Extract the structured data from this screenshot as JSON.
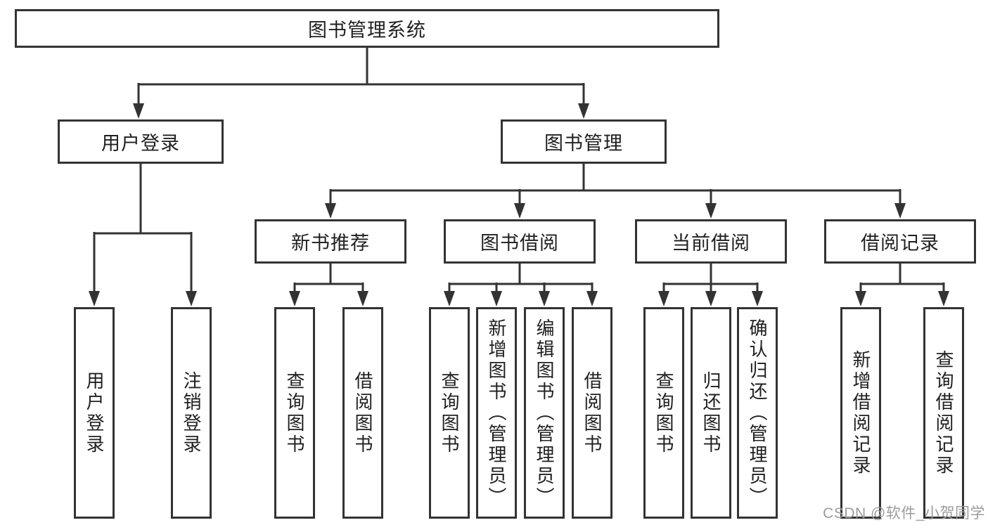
{
  "diagram": {
    "stroke_color": "#333333",
    "text_color": "#1f1f1f",
    "background": "#ffffff",
    "root": {
      "label": "图书管理系统"
    },
    "branches": [
      {
        "label": "用户登录",
        "children": [
          {
            "label": "用户登录"
          },
          {
            "label": "注销登录"
          }
        ]
      },
      {
        "label": "图书管理",
        "children": [
          {
            "label": "新书推荐",
            "children": [
              {
                "label": "查询图书"
              },
              {
                "label": "借阅图书"
              }
            ]
          },
          {
            "label": "图书借阅",
            "children": [
              {
                "label": "查询图书"
              },
              {
                "label": "新增图书（管理员）"
              },
              {
                "label": "编辑图书（管理员）"
              },
              {
                "label": "借阅图书"
              }
            ]
          },
          {
            "label": "当前借阅",
            "children": [
              {
                "label": "查询图书"
              },
              {
                "label": "归还图书"
              },
              {
                "label": "确认归还（管理员）"
              }
            ]
          },
          {
            "label": "借阅记录",
            "children": [
              {
                "label": "新增借阅记录"
              },
              {
                "label": "查询借阅记录"
              }
            ]
          }
        ]
      }
    ]
  },
  "watermark": {
    "text": "CSDN @软件_小贺同学",
    "color": "#9c9c9c"
  }
}
